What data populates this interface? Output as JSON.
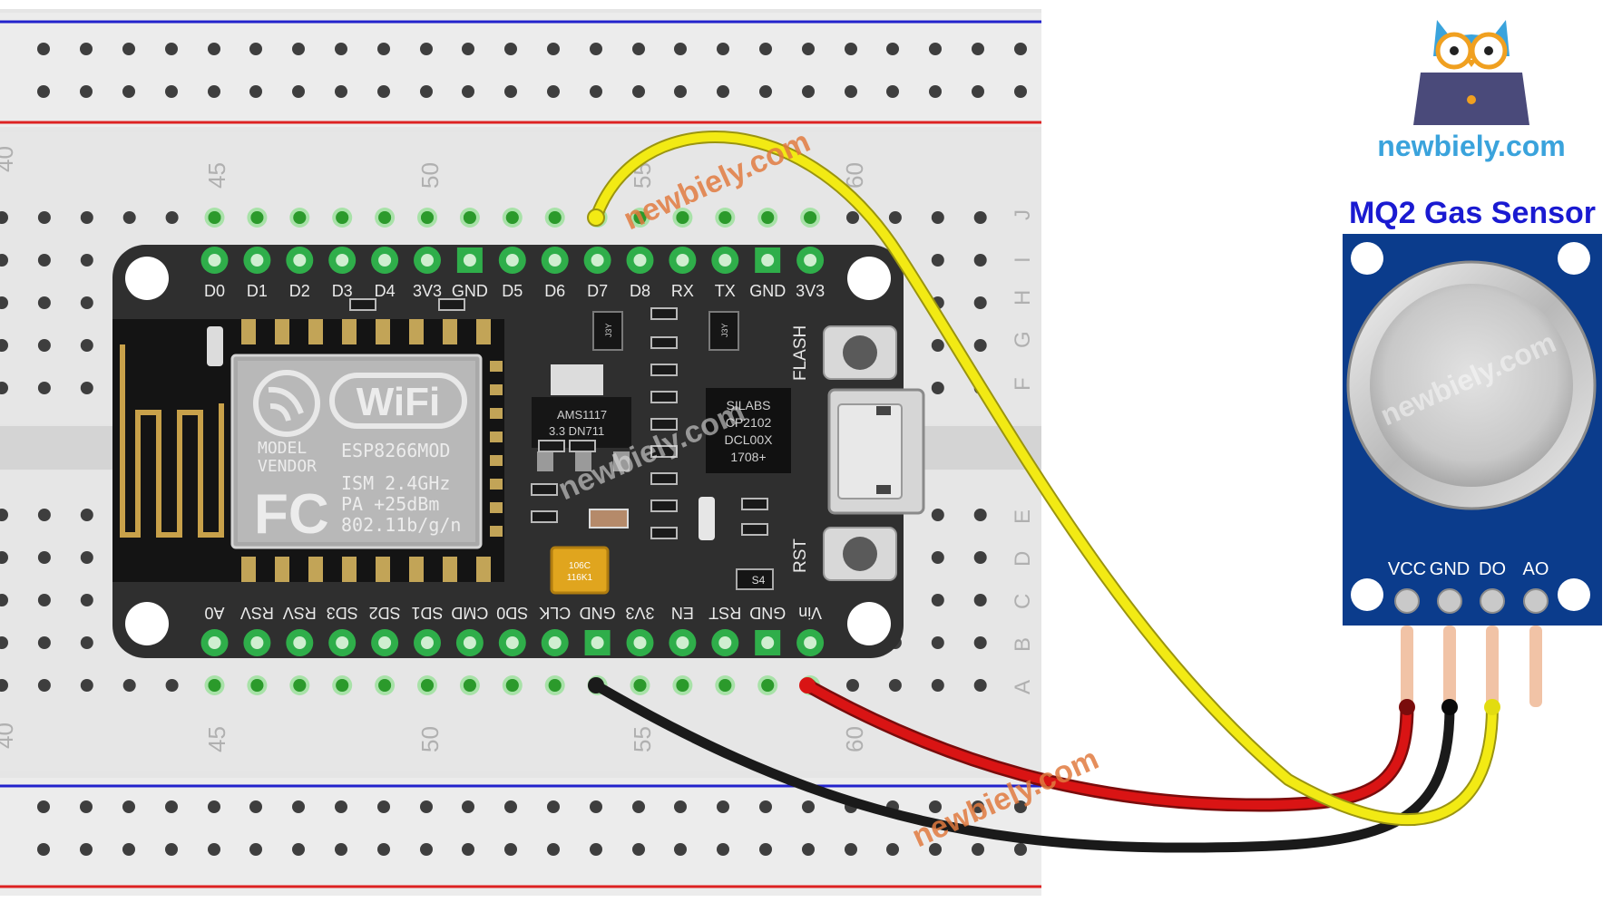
{
  "brand": {
    "site": "newbiely.com",
    "watermark": "newbiely.com",
    "colors": {
      "brand_blue": "#3aa3dc",
      "title_blue": "#1a1ad1"
    }
  },
  "breadboard": {
    "column_numbers": [
      "40",
      "45",
      "50",
      "55",
      "60"
    ],
    "row_letters_top": [
      "J",
      "I",
      "H",
      "G",
      "F"
    ],
    "row_letters_bottom": [
      "E",
      "D",
      "C",
      "B",
      "A"
    ]
  },
  "nodemcu": {
    "top_pins": [
      "D0",
      "D1",
      "D2",
      "D3",
      "D4",
      "3V3",
      "GND",
      "D5",
      "D6",
      "D7",
      "D8",
      "RX",
      "TX",
      "GND",
      "3V3"
    ],
    "bottom_pins": [
      "A0",
      "RSV",
      "RSV",
      "SD3",
      "SD2",
      "SD1",
      "CMD",
      "SD0",
      "CLK",
      "GND",
      "3V3",
      "EN",
      "RST",
      "GND",
      "Vin"
    ],
    "module": {
      "model_label": "MODEL",
      "vendor_label": "VENDOR",
      "model": "ESP8266MOD",
      "wifi": "WiFi",
      "fc": "FC",
      "ism": "ISM 2.4GHz",
      "pa": "PA  +25dBm",
      "std": "802.11b/g/n"
    },
    "regulator": {
      "line1": "AMS1117",
      "line2": "3.3   DN711"
    },
    "usb_chip": {
      "line1": "SILABS",
      "line2": "CP2102",
      "line3": "DCL00X",
      "line4": "1708+"
    },
    "capacitor": {
      "line1": "106C",
      "line2": "116K1"
    },
    "diode": "S4",
    "small_j3y": "J3Y",
    "buttons": {
      "flash": "FLASH",
      "rst": "RST"
    }
  },
  "sensor": {
    "title": "MQ2 Gas Sensor",
    "pins": [
      "VCC",
      "GND",
      "DO",
      "AO"
    ]
  },
  "wires": {
    "yellow": {
      "from": "D7",
      "to": "DO",
      "color": "#f2ea14"
    },
    "black": {
      "from": "GND",
      "to": "GND",
      "color": "#1a1a1a"
    },
    "red": {
      "from": "Vin",
      "to": "VCC",
      "color": "#d91414"
    }
  }
}
